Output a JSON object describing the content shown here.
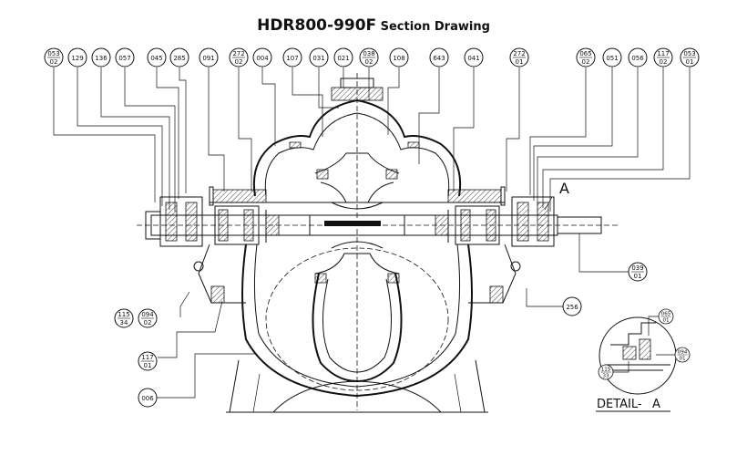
{
  "title": {
    "model": "HDR800-990F",
    "subtitle": "Section Drawing"
  },
  "detail": {
    "label": "DETAIL-",
    "letter": "A",
    "marker": "A"
  },
  "balloons": {
    "b053_02": {
      "top": "053",
      "bottom": "02"
    },
    "b129": {
      "top": "129"
    },
    "b136": {
      "top": "136"
    },
    "b057": {
      "top": "057"
    },
    "b045": {
      "top": "045"
    },
    "b285": {
      "top": "285"
    },
    "b091": {
      "top": "091"
    },
    "b272_02": {
      "top": "272",
      "bottom": "02"
    },
    "b004": {
      "top": "004"
    },
    "b107": {
      "top": "107"
    },
    "b031": {
      "top": "031"
    },
    "b021": {
      "top": "021"
    },
    "b038_02": {
      "top": "038",
      "bottom": "02"
    },
    "b108": {
      "top": "108"
    },
    "b643": {
      "top": "643"
    },
    "b041": {
      "top": "041"
    },
    "b272_01": {
      "top": "272",
      "bottom": "01"
    },
    "b065_02": {
      "top": "065",
      "bottom": "02"
    },
    "b051": {
      "top": "051"
    },
    "b056": {
      "top": "056"
    },
    "b117_02": {
      "top": "117",
      "bottom": "02"
    },
    "b053_01": {
      "top": "053",
      "bottom": "01"
    },
    "b115_34": {
      "top": "115",
      "bottom": "34"
    },
    "b094_02": {
      "top": "094",
      "bottom": "02"
    },
    "b117_01": {
      "top": "117",
      "bottom": "01"
    },
    "b006": {
      "top": "006"
    },
    "b039_01": {
      "top": "039",
      "bottom": "01"
    },
    "b256": {
      "top": "256"
    },
    "d065_01": {
      "top": "065",
      "bottom": "01"
    },
    "d094_01": {
      "top": "094",
      "bottom": "01"
    },
    "d115_33": {
      "top": "115",
      "bottom": "33"
    }
  }
}
